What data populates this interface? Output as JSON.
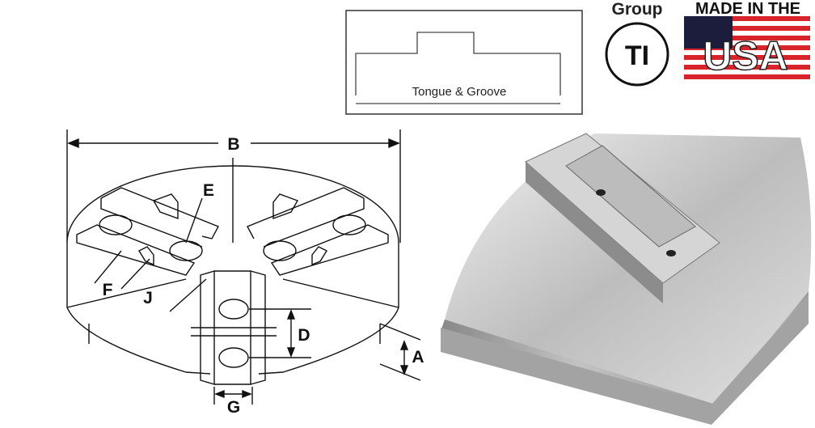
{
  "profile_box": {
    "caption": "Tongue & Groove"
  },
  "group_badge": {
    "label": "Group",
    "code": "TI"
  },
  "usa_badge": {
    "top_text": "MADE IN THE",
    "main_text": "USA",
    "colors": {
      "red": "#d8232a",
      "blue": "#1c1c3c"
    }
  },
  "dimensions": {
    "B": "B",
    "E": "E",
    "F": "F",
    "J": "J",
    "D": "D",
    "A": "A",
    "G": "G"
  }
}
